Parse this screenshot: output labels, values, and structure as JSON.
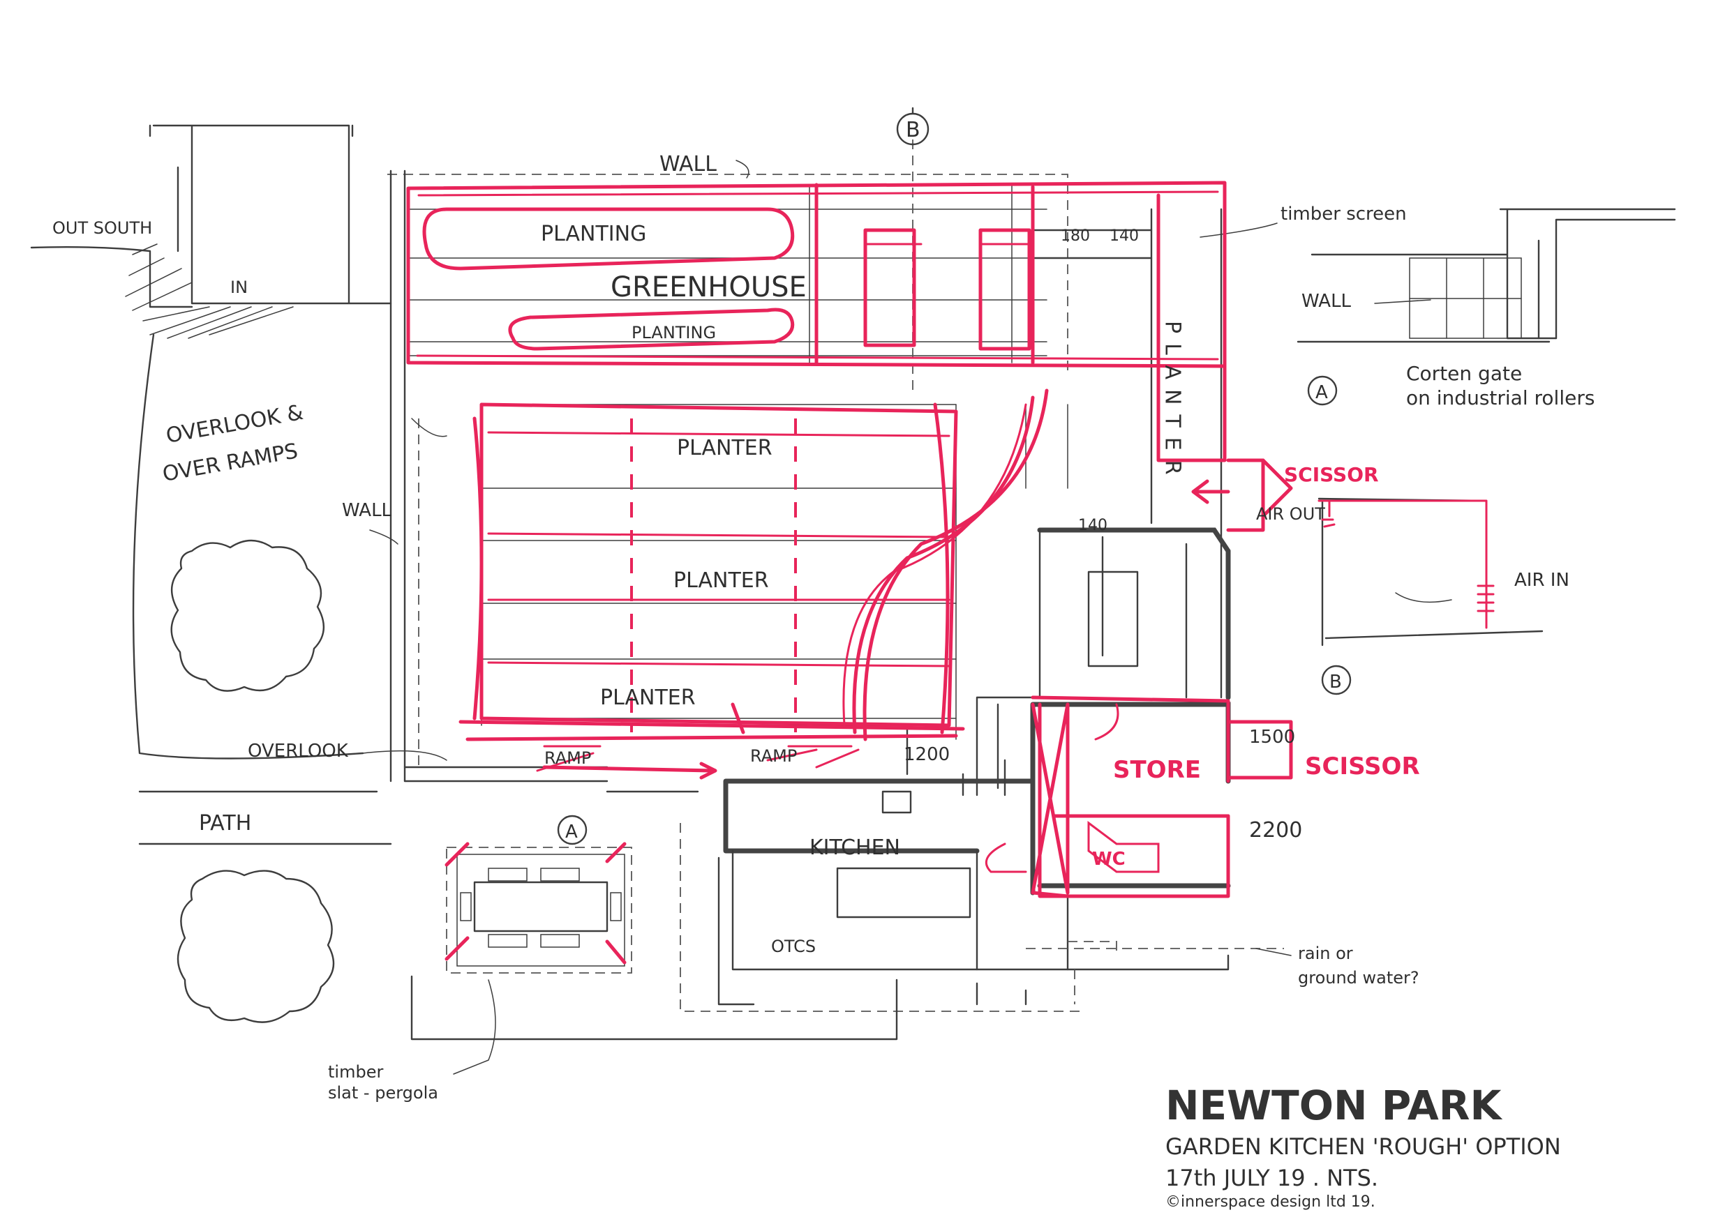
{
  "labels": {
    "wall_top": "WALL",
    "planting_1": "PLANTING",
    "greenhouse": "GREENHOUSE",
    "planting_2": "PLANTING",
    "planter_1": "PLANTER",
    "planter_2": "PLANTER",
    "planter_3": "PLANTER",
    "planter_vertical": "PLANTER",
    "ramp_1": "RAMP",
    "ramp_2": "RAMP",
    "kitchen": "KITCHEN",
    "store": "STORE",
    "wc": "WC",
    "path": "PATH",
    "wall_left": "WALL",
    "out_south": "OUT SOUTH",
    "in": "IN",
    "overlook_1": "OVERLOOK &",
    "overlook_2": "OVER RAMPS",
    "overlook_3": "OVERLOOK",
    "timber_screen": "timber screen",
    "wall_right": "WALL",
    "gate_1": "Corten gate",
    "gate_2": "on industrial rollers",
    "scissor_1": "SCISSOR",
    "scissor_2": "SCISSOR",
    "air_out": "AIR OUT",
    "air_in": "AIR IN",
    "dim_1200": "1200",
    "dim_1500": "1500",
    "dim_2200": "2200",
    "otcs": "OTCS",
    "rainwater_1": "rain or",
    "rainwater_2": "ground water?",
    "pergola_1": "timber",
    "pergola_2": "slat - pergola",
    "dim_180": "180",
    "dim_140": "140",
    "dim_140b": "140"
  },
  "markers": {
    "section_a": "A",
    "section_b": "B"
  },
  "title_block": {
    "title": "NEWTON PARK",
    "subtitle": "GARDEN KITCHEN 'ROUGH' OPTION",
    "date": "17th JULY 19 .   NTS.",
    "copyright": "©innerspace design ltd 19."
  },
  "colors": {
    "ink": "#3d3d3d",
    "red_marker": "#e8245a",
    "paper": "#ffffff"
  }
}
